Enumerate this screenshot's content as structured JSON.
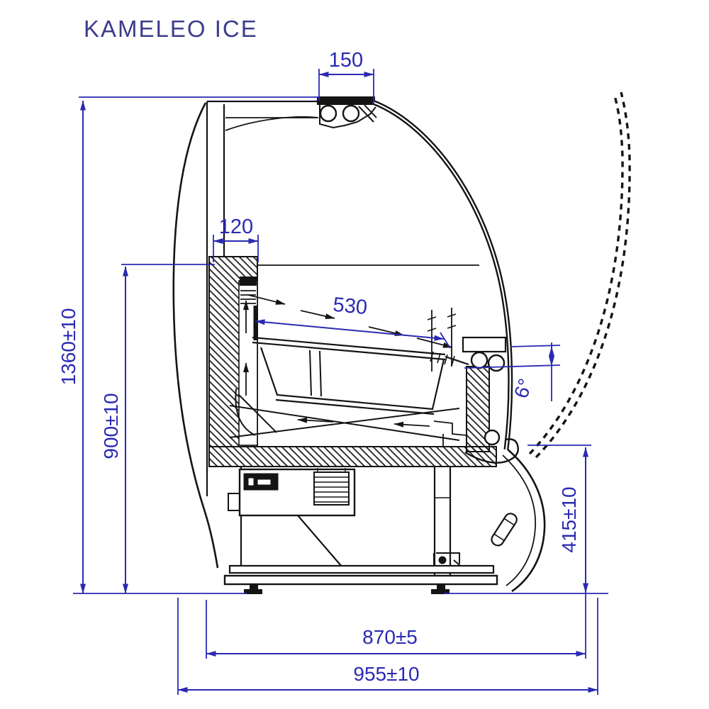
{
  "title": "KAMELEO ICE",
  "drawing": {
    "type": "technical-cross-section",
    "subject": "refrigerated ice-cream display counter side section",
    "colors": {
      "dimension_blue": "#2a2ab2",
      "line_black": "#141414",
      "title_blue": "#3d3d8c",
      "background": "#ffffff"
    },
    "dimensions": {
      "canopy_width": "150",
      "rear_wall_thickness": "120",
      "display_depth": "530",
      "display_tilt_angle": "6°",
      "overall_height": "1360±10",
      "counter_height": "900±10",
      "front_panel_height": "415±10",
      "base_width": "870±5",
      "overall_depth": "955±10"
    }
  }
}
